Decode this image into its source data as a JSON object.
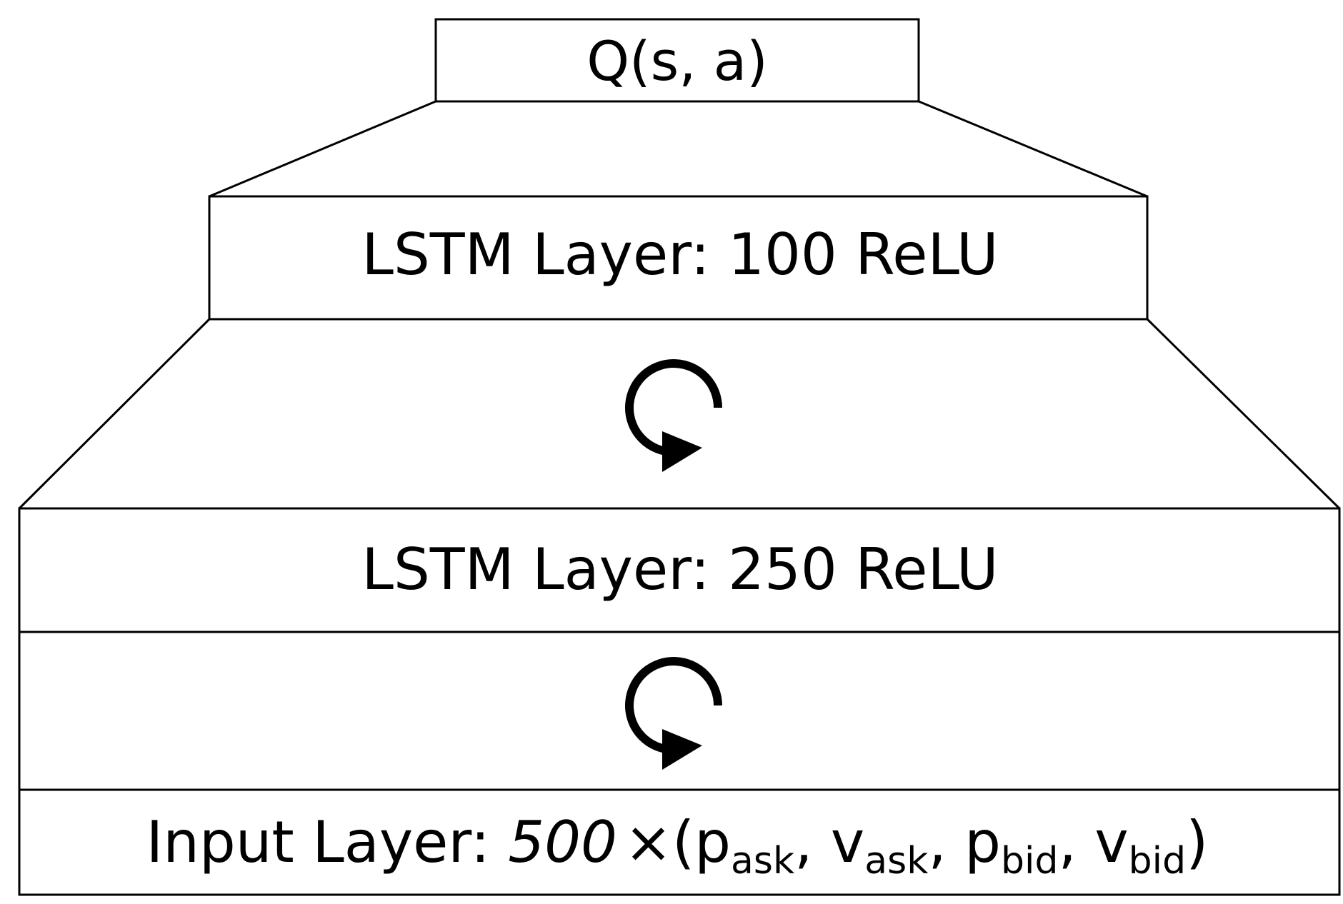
{
  "diagram": {
    "output_label": "Q(s, a)",
    "lstm_top_label": "LSTM Layer: 100 ReLU",
    "lstm_bottom_label": "LSTM Layer: 250 ReLU",
    "input_layer": {
      "prefix": "Input Layer: ",
      "count": "500",
      "times": "×",
      "open_paren": "(",
      "p": "p",
      "ask_sub": "ask",
      "sep1": ", ",
      "v": "v",
      "ask_sub2": "ask",
      "sep2": ", ",
      "p2": "p",
      "bid_sub": "bid",
      "sep3": ", ",
      "v2": "v",
      "bid_sub2": "bid",
      "close_paren": ")"
    },
    "recurrent_icon_name": "recurrent-loop-icon",
    "colors": {
      "stroke": "#000000",
      "background": "#ffffff"
    }
  }
}
